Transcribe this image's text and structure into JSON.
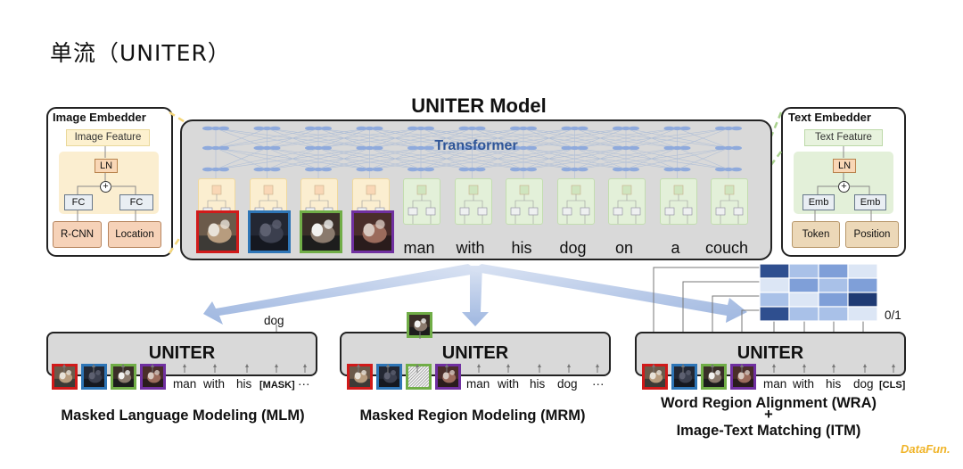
{
  "slide_title": "单流（UNITER）",
  "model_title": "UNITER Model",
  "transformer_label": "Transformer",
  "image_embedder": {
    "title": "Image Embedder",
    "feature_label": "Image Feature",
    "ln_label": "LN",
    "plus_symbol": "+",
    "fc_left": "FC",
    "fc_right": "FC",
    "input_left": "R-CNN",
    "input_right": "Location"
  },
  "text_embedder": {
    "title": "Text Embedder",
    "feature_label": "Text Feature",
    "ln_label": "LN",
    "plus_symbol": "+",
    "emb_left": "Emb",
    "emb_right": "Emb",
    "input_left": "Token",
    "input_right": "Position"
  },
  "main_words": [
    "man",
    "with",
    "his",
    "dog",
    "on",
    "a",
    "couch"
  ],
  "image_border_colors": [
    "#d11a1a",
    "#2e75b6",
    "#70ad47",
    "#7030a0"
  ],
  "colors": {
    "transformer_text": "#2f5597",
    "image_block": "#fbeed0",
    "text_block": "#e3f0d9",
    "arrow": "#b4c7e7"
  },
  "tasks": {
    "mlm": {
      "box_label": "UNITER",
      "output_word": "dog",
      "tokens": [
        "man",
        "with",
        "his",
        "[MASK]",
        "···"
      ],
      "label": "Masked Language Modeling (MLM)"
    },
    "mrm": {
      "box_label": "UNITER",
      "tokens": [
        "man",
        "with",
        "his",
        "dog",
        "···"
      ],
      "label": "Masked Region Modeling (MRM)"
    },
    "wra": {
      "box_label": "UNITER",
      "tokens": [
        "man",
        "with",
        "his",
        "dog",
        "[CLS]"
      ],
      "output_label": "0/1",
      "label_line1": "Word Region Alignment (WRA)",
      "label_plus": "+",
      "label_line2": "Image-Text Matching (ITM)"
    }
  },
  "logo": "DataFun."
}
